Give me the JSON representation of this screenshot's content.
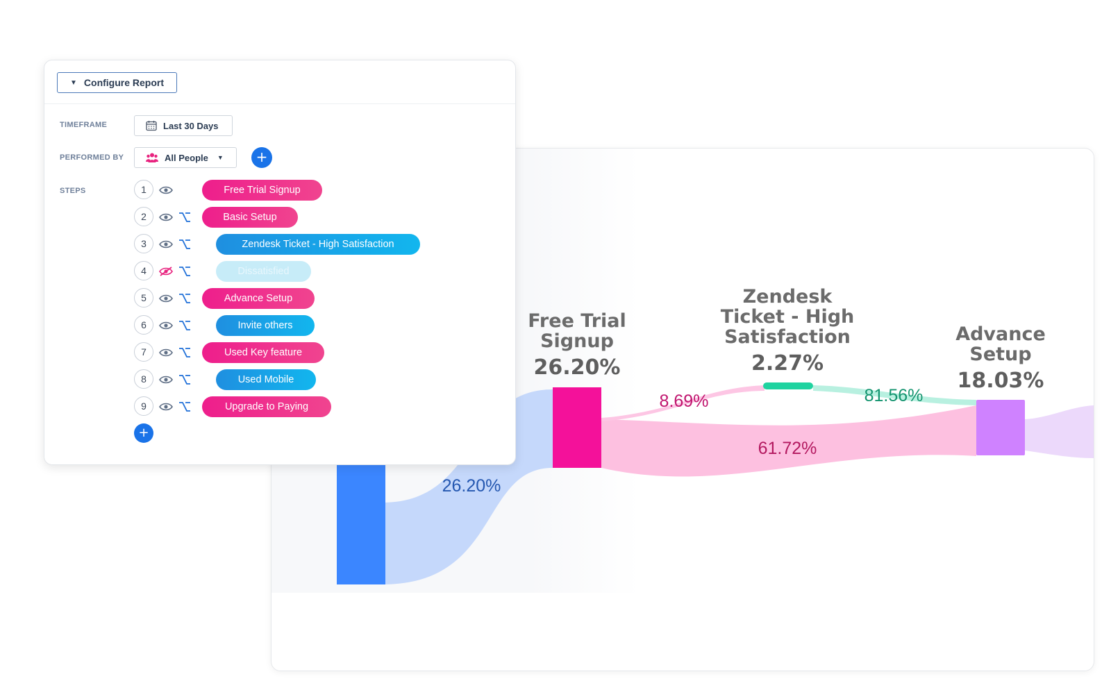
{
  "config": {
    "configure_label": "Configure Report",
    "timeframe_label": "TIMEFRAME",
    "timeframe_value": "Last 30 Days",
    "performed_by_label": "PERFORMED BY",
    "performed_by_value": "All People",
    "steps_label": "STEPS",
    "steps": [
      {
        "num": "1",
        "label": "Free Trial Signup",
        "color": "pink",
        "indent": false,
        "hidden": false,
        "branch": false
      },
      {
        "num": "2",
        "label": "Basic Setup",
        "color": "pink",
        "indent": false,
        "hidden": false,
        "branch": true
      },
      {
        "num": "3",
        "label": "Zendesk Ticket - High Satisfaction",
        "color": "blue",
        "indent": true,
        "hidden": false,
        "branch": true
      },
      {
        "num": "4",
        "label": "Dissatisfied",
        "color": "faded",
        "indent": true,
        "hidden": true,
        "branch": true
      },
      {
        "num": "5",
        "label": "Advance Setup",
        "color": "pink",
        "indent": false,
        "hidden": false,
        "branch": true
      },
      {
        "num": "6",
        "label": "Invite others",
        "color": "blue",
        "indent": true,
        "hidden": false,
        "branch": true
      },
      {
        "num": "7",
        "label": "Used Key feature",
        "color": "pink",
        "indent": false,
        "hidden": false,
        "branch": true
      },
      {
        "num": "8",
        "label": "Used Mobile",
        "color": "blue",
        "indent": true,
        "hidden": false,
        "branch": true
      },
      {
        "num": "9",
        "label": "Upgrade to Paying",
        "color": "pink",
        "indent": false,
        "hidden": false,
        "branch": true
      }
    ]
  },
  "chart_data": {
    "type": "sankey",
    "nodes": [
      {
        "id": "start",
        "title": [],
        "percent": "",
        "color": "#3b86ff"
      },
      {
        "id": "free_trial",
        "title": [
          "Free Trial",
          "Signup"
        ],
        "percent": "26.20%",
        "color": "#f4119a"
      },
      {
        "id": "zendesk",
        "title": [
          "Zendesk",
          "Ticket - High",
          "Satisfaction"
        ],
        "percent": "2.27%",
        "color": "#1fd3a0"
      },
      {
        "id": "advance",
        "title": [
          "Advance",
          "Setup"
        ],
        "percent": "18.03%",
        "color": "#cf82ff"
      }
    ],
    "links": [
      {
        "source": "start",
        "target": "free_trial",
        "label": "26.20%",
        "color": "#c5d8fb",
        "label_color": "#2457b0"
      },
      {
        "source": "free_trial",
        "target": "zendesk",
        "label": "8.69%",
        "color": "#fdc6e4",
        "label_color": "#c0146e"
      },
      {
        "source": "zendesk",
        "target": "advance",
        "label": "81.56%",
        "color": "#b8f0e0",
        "label_color": "#14946f"
      },
      {
        "source": "free_trial",
        "target": "advance",
        "label": "61.72%",
        "color": "#fdc0e0",
        "label_color": "#b3185f"
      },
      {
        "source": "advance",
        "target": "next",
        "label": "",
        "color": "#ecd9fb",
        "label_color": ""
      }
    ]
  }
}
